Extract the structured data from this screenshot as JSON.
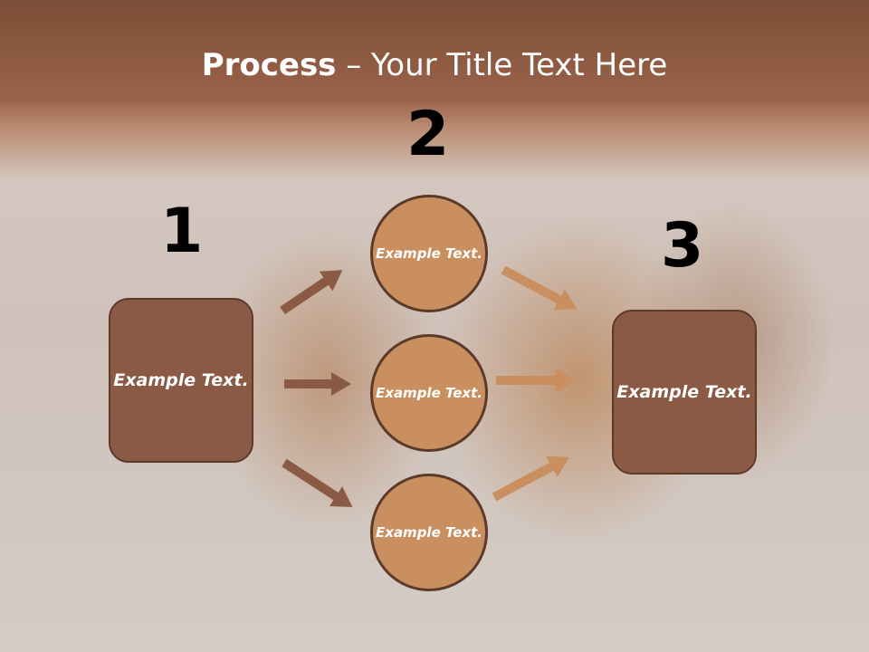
{
  "title": {
    "bold": "Process",
    "rest": " – Your Title Text Here"
  },
  "steps": [
    {
      "number": "1",
      "text": "Example Text."
    },
    {
      "number": "2",
      "text": "Example Text."
    },
    {
      "number": "3",
      "text": "Example Text."
    }
  ],
  "circles": [
    {
      "text": "Example Text."
    },
    {
      "text": "Example Text."
    },
    {
      "text": "Example Text."
    }
  ],
  "colors": {
    "box": "#8b5a45",
    "circle": "#c98f5e",
    "arrow_dark": "#8b5a45",
    "arrow_light": "#c98f5e"
  }
}
